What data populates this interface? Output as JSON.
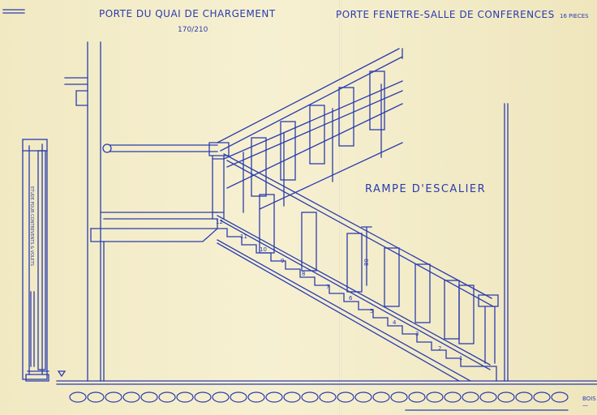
{
  "titles": {
    "left": "PORTE DU QUAI DE CHARGEMENT",
    "left_sub": "170/210",
    "right": "PORTE FENETRE-SALLE DE CONFERENCES",
    "right_sub": "16 PIECES"
  },
  "main_label": "RAMPE D'ESCALIER",
  "side_note": "ETUDE POUR CONTREVENTS & VOLETS",
  "height_dim": "80",
  "step_numbers": [
    "1",
    "2",
    "3",
    "4",
    "5",
    "6",
    "7",
    "8",
    "9",
    "10",
    "11",
    "12"
  ],
  "corner_note": [
    "BOIS",
    "—"
  ],
  "ink_color": "#2a3cae"
}
